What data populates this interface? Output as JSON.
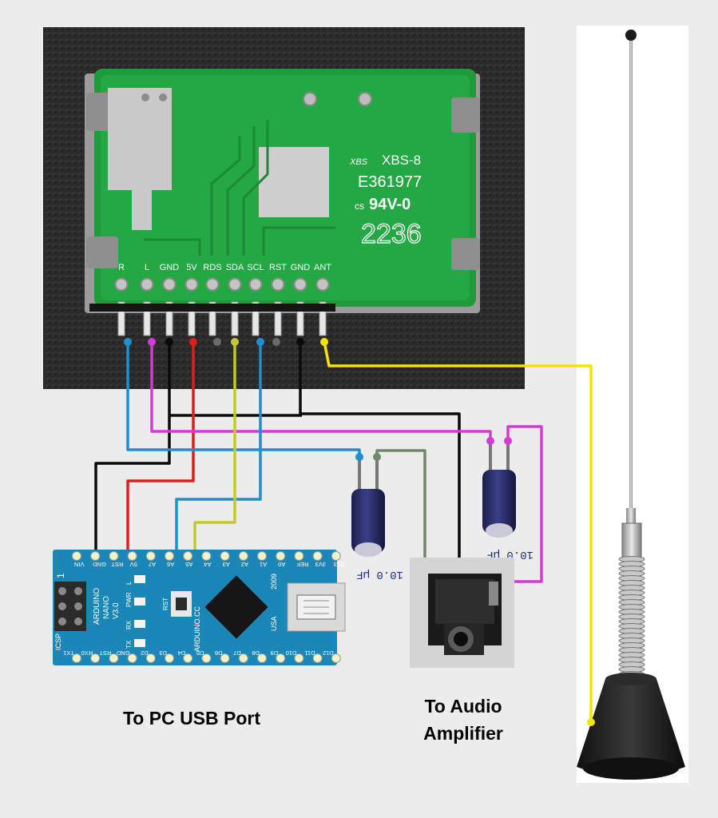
{
  "fm_module": {
    "pins": [
      "R",
      "L",
      "GND",
      "5V",
      "RDS",
      "SDA",
      "SCL",
      "RST",
      "GND",
      "ANT"
    ],
    "silkscreen": {
      "brand": "XBS",
      "model": "XBS-8",
      "cert": "E361977",
      "rating": "94V-0",
      "cs_mark": "cs",
      "date_code": "2236"
    }
  },
  "arduino": {
    "top_pins": [
      "D13",
      "3V3",
      "REF",
      "A0",
      "A1",
      "A2",
      "A3",
      "A4",
      "A5",
      "A6",
      "A7",
      "5V",
      "RST",
      "GND",
      "VIN"
    ],
    "bottom_pins": [
      "D12",
      "D11",
      "D10",
      "D9",
      "D8",
      "D7",
      "D6",
      "D5",
      "D4",
      "D3",
      "D2",
      "GND",
      "RST",
      "RX0",
      "TX1"
    ],
    "board_lines": [
      "ARDUINO",
      "NANO",
      "V3.0"
    ],
    "led_labels": [
      "L",
      "PWR",
      "RX",
      "TX"
    ],
    "rst_label": "RST",
    "icsp_label": "ICSP",
    "pin1_label": "1",
    "site": "ARDUINO.CC",
    "year": "2009",
    "country": "USA"
  },
  "capacitors": [
    {
      "label": "10.0 µF"
    },
    {
      "label": "10.0 µF"
    }
  ],
  "captions": {
    "usb": "To PC USB Port",
    "amp_line1": "To Audio",
    "amp_line2": "Amplifier"
  },
  "wire_colors": {
    "black": "#0a0a0a",
    "red": "#e21b1b",
    "blue": "#1e8fd0",
    "magenta": "#d63ad6",
    "yellow": "#f5e400",
    "olive": "#c4c832",
    "gray_green": "#6f8a6a"
  },
  "icons": {
    "module": "fm-transmitter-module",
    "arduino": "arduino-nano-board",
    "jack": "audio-jack-3.5mm",
    "antenna": "telescopic-antenna"
  }
}
